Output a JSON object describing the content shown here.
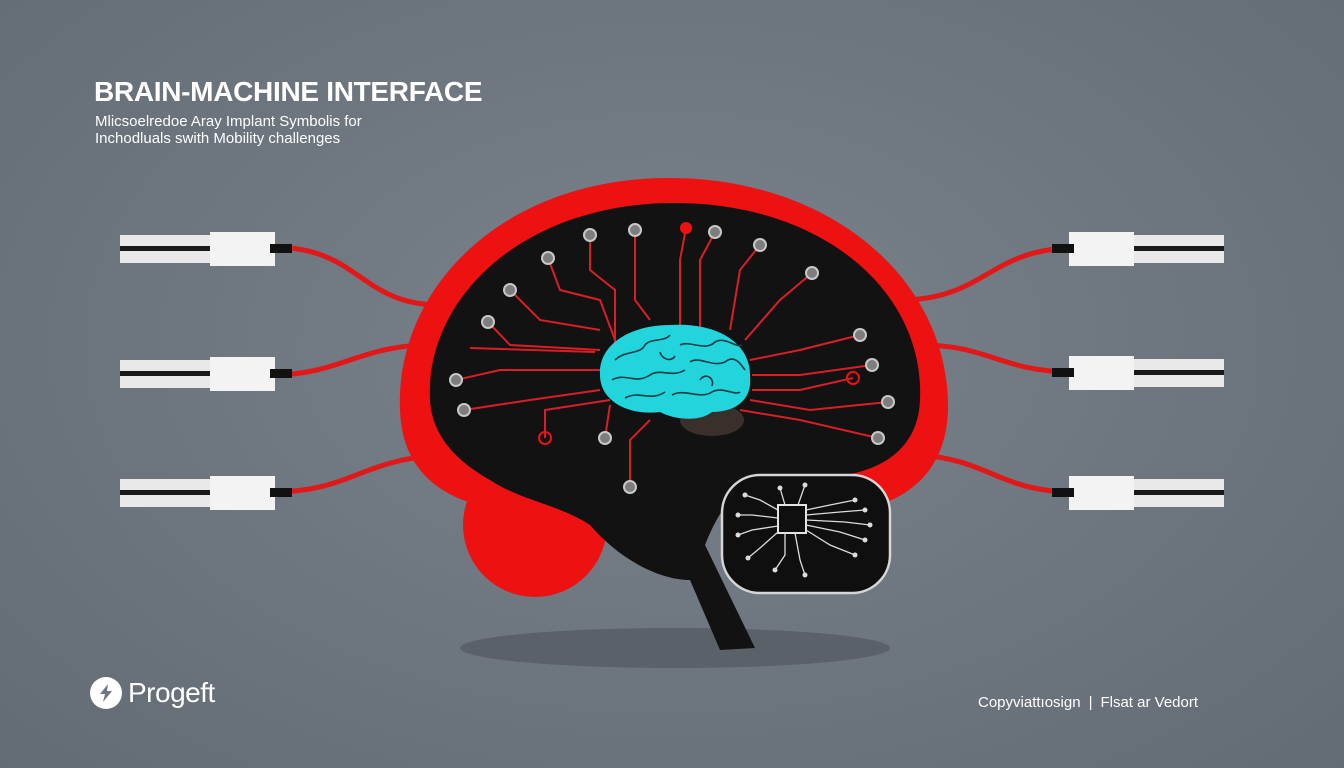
{
  "header": {
    "title": "BRAIN-MACHINE INTERFACE",
    "subtitle_line1": "Mlicsoelredoe Aray Implant Symbolis for",
    "subtitle_line2": "Inchodluals swith Mobility challenges"
  },
  "brand": {
    "logo_text": "Progeft",
    "logo_icon": "lightning-bolt-icon"
  },
  "footer": {
    "left_text": "Copyviattıosign",
    "separator": "|",
    "right_text": "Flsat ar Vedort"
  },
  "colors": {
    "background": "#6f7780",
    "hemisphere": "#ee1111",
    "brain_fill": "#111111",
    "small_brain": "#22d4dc",
    "circuit_lines": "#e0202a",
    "nodes": "#8a8a8a"
  }
}
